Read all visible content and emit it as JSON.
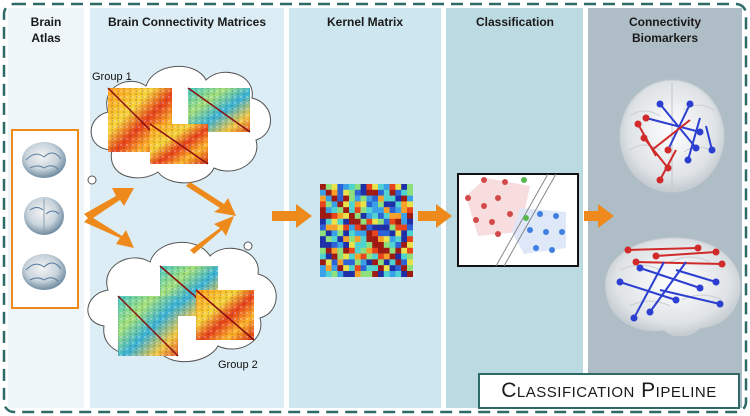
{
  "columns": {
    "atlas": "Brain\nAtlas",
    "matrices": "Brain Connectivity Matrices",
    "kernel": "Kernel Matrix",
    "classification": "Classification",
    "biomarkers": "Connectivity\nBiomarkers"
  },
  "groups": {
    "group1": "Group 1",
    "group2": "Group 2"
  },
  "banner": "Classification Pipeline",
  "colors": {
    "col1": "#eef6fa",
    "col2": "#dcedf5",
    "col3": "#cde6ef",
    "col4": "#bcdae2",
    "col5": "#aebdc6",
    "arrow": "#ee8a1c",
    "frame": "#2e6b66",
    "blue_edge": "#2c3fd0",
    "red_edge": "#d02a2a"
  },
  "icons": {
    "arrow": "orange-arrow-icon",
    "cloud": "cloud-icon",
    "brain": "brain-icon"
  }
}
